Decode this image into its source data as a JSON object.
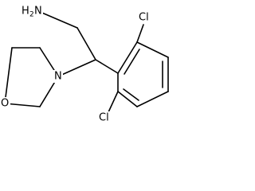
{
  "molecule": {
    "amine_label": "H",
    "amine_sub": "2",
    "amine_n": "N",
    "morpholine_n": "N",
    "morpholine_o": "O",
    "chloro_top": "Cl",
    "chloro_bottom": "Cl"
  }
}
